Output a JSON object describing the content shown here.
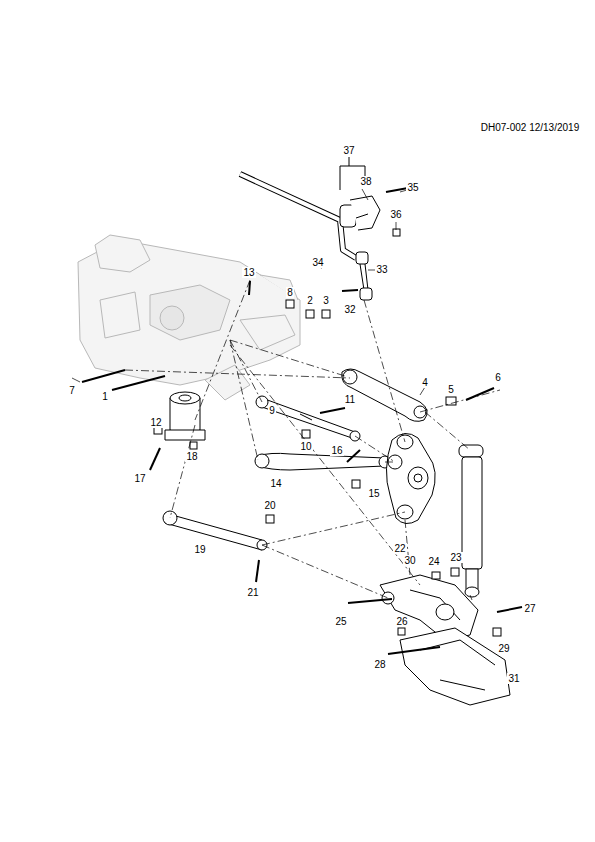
{
  "diagram": {
    "labels": [
      "DH07-002 12/13/2019",
      "37",
      "38",
      "35",
      "36",
      "34",
      "33",
      "13",
      "8",
      "2",
      "3",
      "32",
      "4",
      "5",
      "6",
      "7",
      "1",
      "12",
      "9",
      "11",
      "10",
      "16",
      "18",
      "17",
      "14",
      "15",
      "22",
      "20",
      "19",
      "21",
      "30",
      "24",
      "23",
      "25",
      "26",
      "27",
      "29",
      "28",
      "31"
    ]
  }
}
